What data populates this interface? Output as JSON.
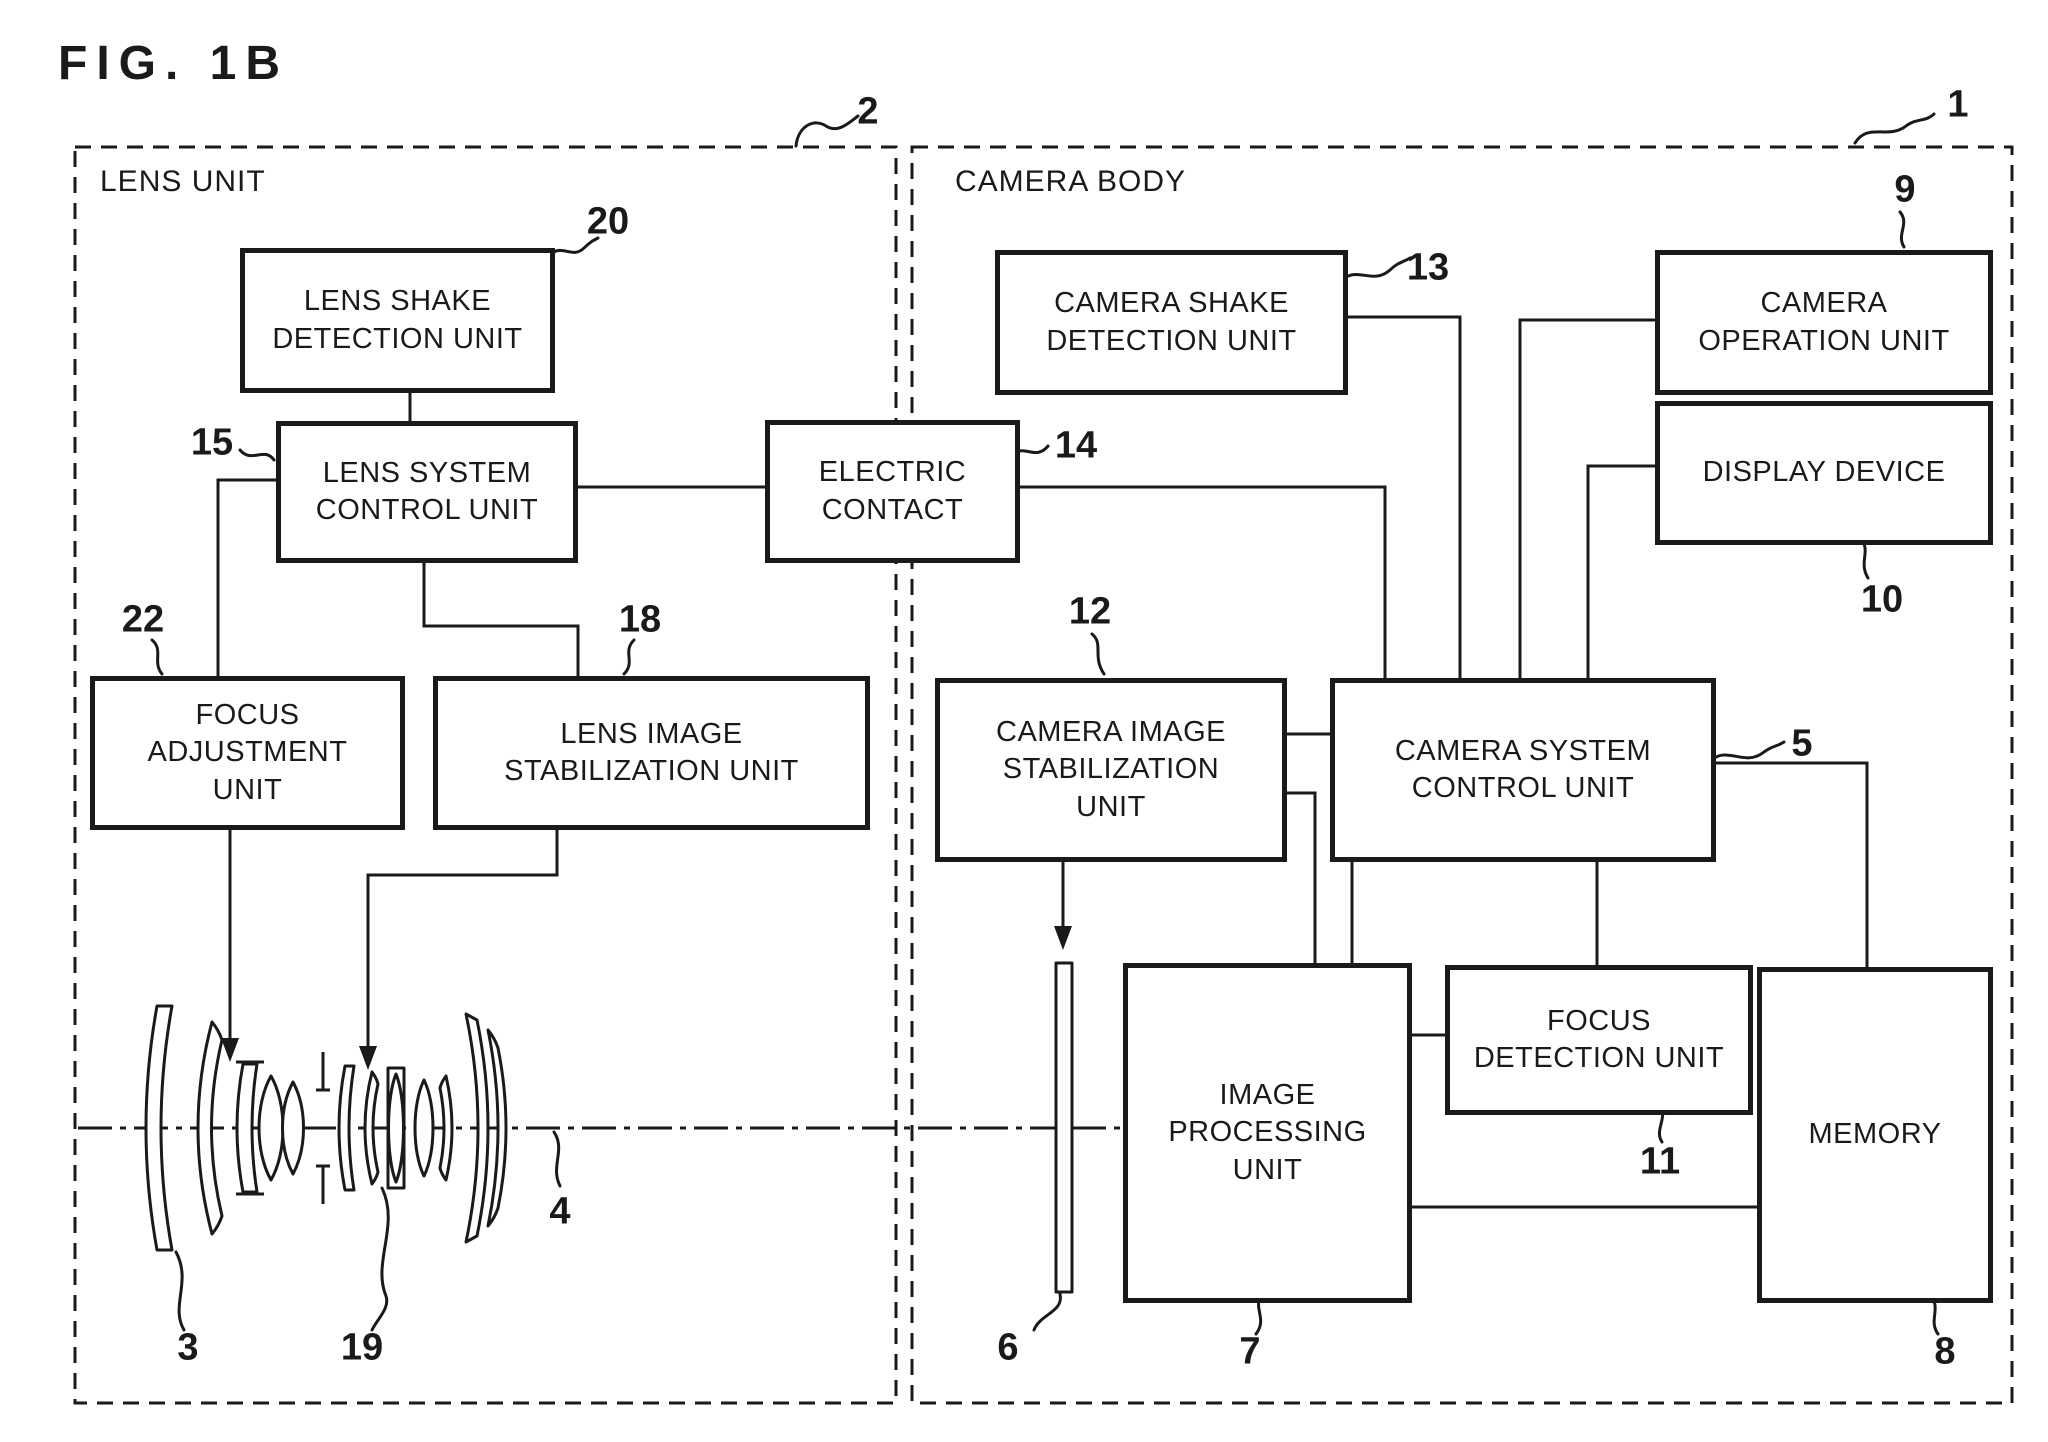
{
  "figure": {
    "title": "FIG. 1B"
  },
  "lens_unit": {
    "label": "LENS UNIT",
    "ref": "2"
  },
  "camera_body": {
    "label": "CAMERA BODY",
    "ref": "1"
  },
  "blocks": {
    "lens_shake_detection": {
      "label": "LENS SHAKE\nDETECTION UNIT",
      "ref": "20"
    },
    "lens_system_control": {
      "label": "LENS SYSTEM\nCONTROL UNIT",
      "ref": "15"
    },
    "electric_contact": {
      "label": "ELECTRIC\nCONTACT",
      "ref": "14"
    },
    "focus_adjustment": {
      "label": "FOCUS ADJUSTMENT\nUNIT",
      "ref": "22"
    },
    "lens_image_stabilization": {
      "label": "LENS IMAGE\nSTABILIZATION UNIT",
      "ref": "18"
    },
    "camera_shake_detection": {
      "label": "CAMERA SHAKE\nDETECTION UNIT",
      "ref": "13"
    },
    "camera_operation": {
      "label": "CAMERA\nOPERATION UNIT",
      "ref": "9"
    },
    "display_device": {
      "label": "DISPLAY DEVICE",
      "ref": "10"
    },
    "camera_image_stabilization": {
      "label": "CAMERA IMAGE\nSTABILIZATION\nUNIT",
      "ref": "12"
    },
    "camera_system_control": {
      "label": "CAMERA SYSTEM\nCONTROL UNIT",
      "ref": "5"
    },
    "image_processing": {
      "label": "IMAGE\nPROCESSING\nUNIT",
      "ref": "7"
    },
    "focus_detection": {
      "label": "FOCUS\nDETECTION UNIT",
      "ref": "11"
    },
    "memory": {
      "label": "MEMORY",
      "ref": "8"
    }
  },
  "parts": {
    "front_lens_group_ref": "3",
    "stabilization_lens_group_ref": "19",
    "optical_axis_ref": "4",
    "image_sensor_ref": "6"
  },
  "colors": {
    "ink": "#1a1a1a",
    "paper": "#ffffff"
  }
}
